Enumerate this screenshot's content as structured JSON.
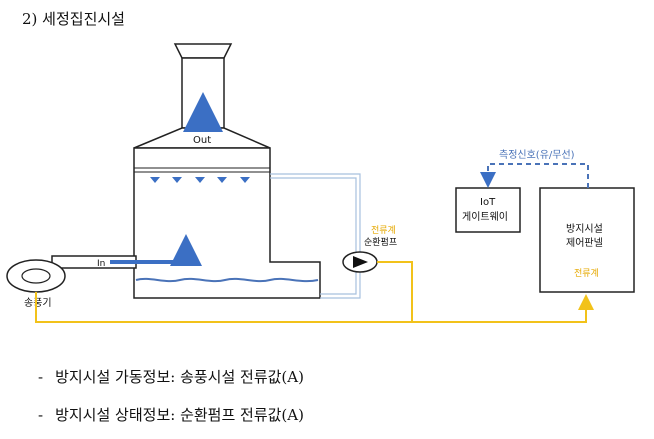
{
  "heading": "2) 세정집진시설",
  "diagram": {
    "out_label": "Out",
    "in_label": "In",
    "blower_label": "송풍기",
    "current_meter_label_pump": "전류계",
    "pump_label": "순환펌프",
    "signal_label": "측정신호(유/무선)",
    "iot_line1": "IoT",
    "iot_line2": "게이트웨이",
    "panel_line1": "방지시설",
    "panel_line2": "제어판넬",
    "current_meter_label_panel": "전류계",
    "colors": {
      "flow_arrow": "#3b6fc4",
      "wire": "#f2c21a",
      "signal_dash": "#4a73b8",
      "water": "#4a73b8",
      "label_yellow": "#e6a800"
    }
  },
  "bullets": [
    {
      "dash": "-",
      "text": "방지시설 가동정보: 송풍시설 전류값(A)"
    },
    {
      "dash": "-",
      "text": "방지시설 상태정보: 순환펌프 전류값(A)"
    }
  ]
}
